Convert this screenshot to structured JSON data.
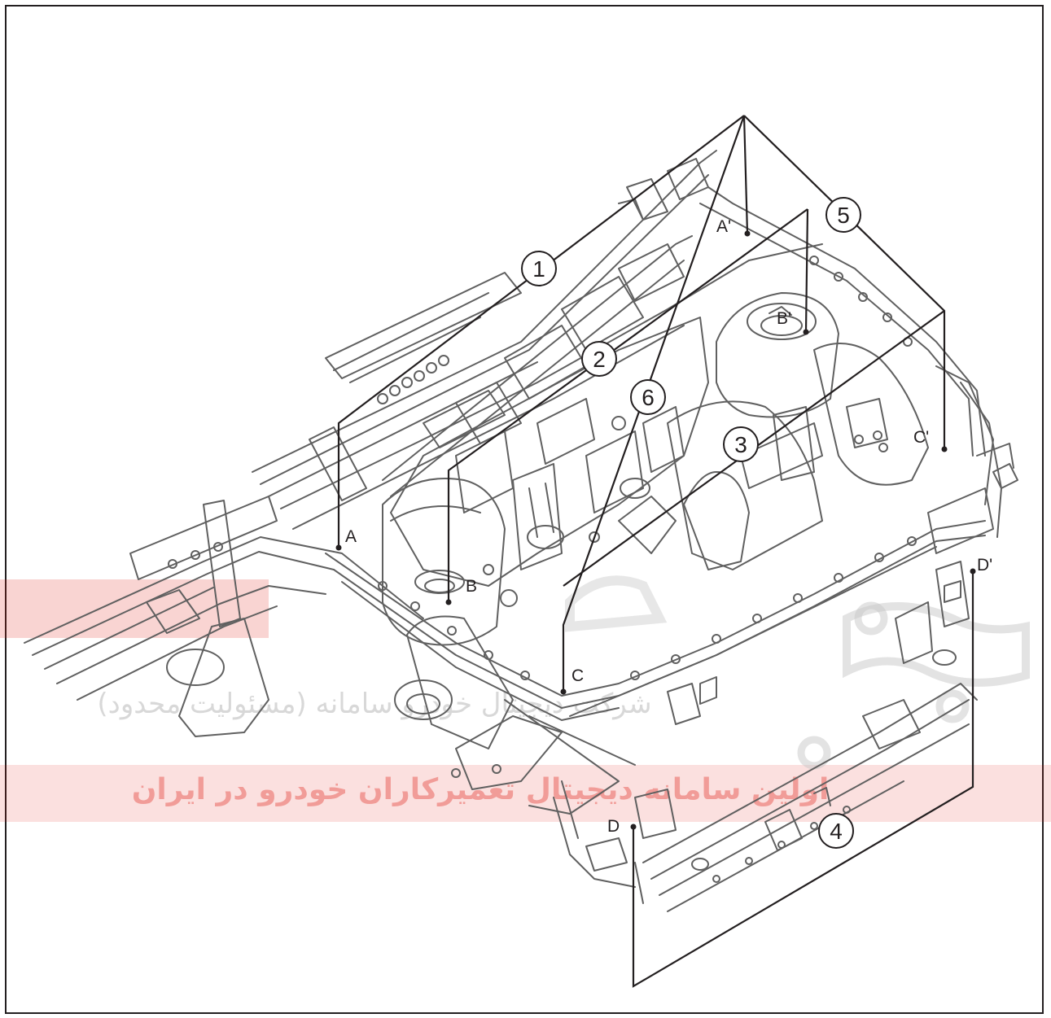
{
  "callouts": {
    "c1": "1",
    "c2": "2",
    "c3": "3",
    "c4": "4",
    "c5": "5",
    "c6": "6"
  },
  "points": {
    "a": "A",
    "a_prime": "A'",
    "b": "B",
    "b_prime": "B'",
    "c": "C",
    "c_prime": "C'",
    "d": "D",
    "d_prime": "D'"
  },
  "watermark": {
    "line1": "شرکت دیجیتال خودرو سامانه (مسئولیت محدود)",
    "line2": "اولین سامانه دیجیتال تعمیرکاران خودرو در ایران",
    "brand_color": "#e2231a"
  },
  "colors": {
    "line": "#231f20",
    "drawing": "#606060"
  }
}
